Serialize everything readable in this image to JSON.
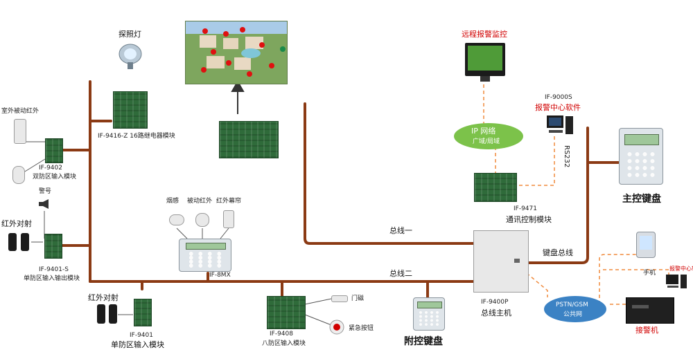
{
  "labels": {
    "searchlight": "探照灯",
    "relay_model": "IF-9416-Z 16路继电器模块",
    "outdoor_pir": "室外被动红外",
    "if9402_model": "IF-9402",
    "if9402_desc": "双防区输入模块",
    "alarm_horn": "警号",
    "ir_beam_left": "红外对射",
    "if9401s_model": "IF-9401-S",
    "if9401s_desc": "单防区输入输出模块",
    "smoke": "烟感",
    "pir": "被动红外",
    "ir_curtain": "红外幕帘",
    "if8mx": "IF-8MX",
    "bus1": "总线一",
    "bus2": "总线二",
    "ir_beam_bottom": "红外对射",
    "if9401_model": "IF-9401",
    "if9401_desc": "单防区输入模块",
    "if9408_model": "IF-9408",
    "if9408_desc": "八防区输入模块",
    "door_contact": "门磁",
    "panic_button": "紧急按钮",
    "aux_keypad": "附控键盘",
    "remote_monitor": "远程报警监控",
    "ip_network": "IP 网络",
    "wan_lan": "广域/局域",
    "if9000s_model": "IF-9000S",
    "alarm_center_sw": "报警中心软件",
    "rs232": "RS232",
    "if9471_model": "IF-9471",
    "if9471_desc": "通讯控制模块",
    "main_keypad": "主控键盘",
    "keypad_bus": "键盘总线",
    "if9400p_model": "IF-9400P",
    "bus_host": "总线主机",
    "pstn_gsm": "PSTN/GSM",
    "public_net": "公共网",
    "mobile": "手机",
    "alarm_center_small": "报警中心软件",
    "receiver": "接警机"
  },
  "colors": {
    "bus_line": "#8b3a14",
    "dashed_link": "#f08a3c",
    "network_cloud": "#7cc24a",
    "pstn_cloud": "#3b82c4",
    "highlight_red": "#d10000"
  }
}
